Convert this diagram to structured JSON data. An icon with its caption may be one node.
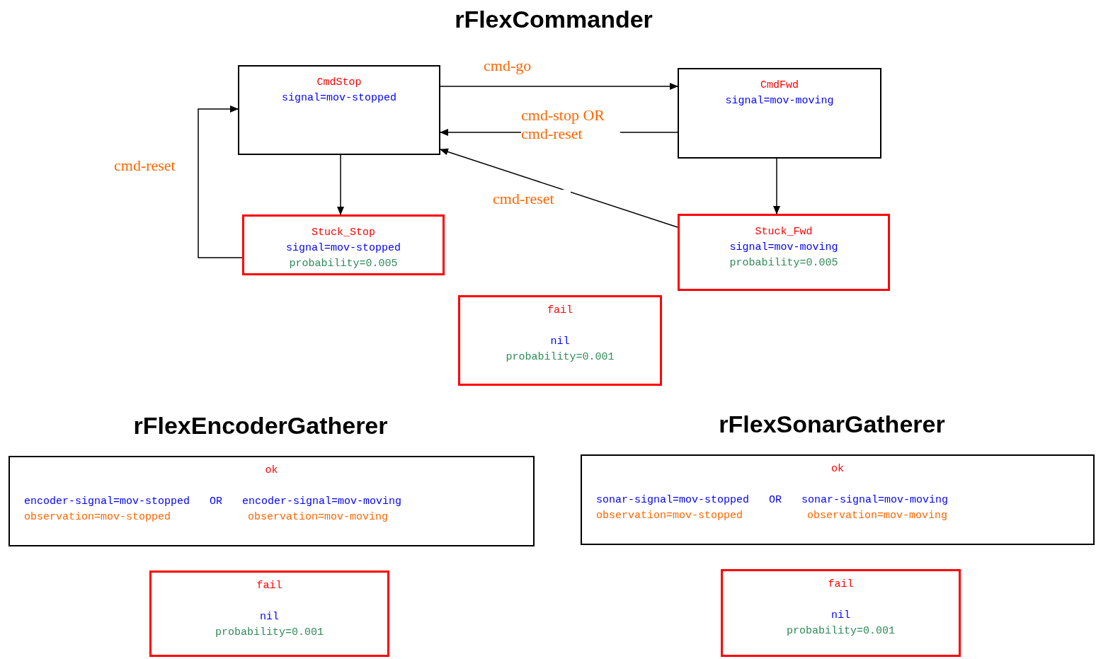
{
  "diagram": {
    "title": "rFlexCommander",
    "nodes": [
      {
        "text": [
          "CmdStop",
          "signal=mov-stopped"
        ]
      },
      {
        "text": [
          "CmdFwd",
          "signal=mov-moving"
        ]
      },
      {
        "text": [
          "Stuck_Stop",
          "signal=mov-stopped",
          "probability=0.005"
        ]
      },
      {
        "text": [
          "Stuck_Fwd",
          "signal=mov-moving",
          "probability=0.005"
        ]
      },
      {
        "text": [
          "fail",
          "nil",
          "probability=0.001"
        ]
      },
      {
        "text": [
          "ok",
          "encoder-signal=mov-stopped",
          "OR",
          "encoder-signal=mov-moving",
          "observation=mov-stopped",
          "observation=mov-moving"
        ]
      },
      {
        "text": [
          "fail",
          "nil",
          "probability=0.001"
        ]
      },
      {
        "text": [
          "ok",
          "sonar-signal=mov-stopped",
          "OR",
          "sonar-signal=mov-moving",
          "observation=mov-stopped",
          "observation=mov-moving"
        ]
      },
      {
        "text": [
          "fail",
          "nil",
          "probability=0.001"
        ]
      }
    ],
    "edges": [
      {
        "from": 0,
        "to": 1,
        "arrow": "to",
        "label": "cmd-go"
      },
      {
        "from": 1,
        "to": 0,
        "arrow": "to",
        "label": "cmd-stop OR cmd-reset"
      },
      {
        "from": 0,
        "to": 2,
        "arrow": "to"
      },
      {
        "from": 1,
        "to": 3,
        "arrow": "to"
      },
      {
        "from": 3,
        "to": 0,
        "arrow": "to",
        "label": "cmd-reset"
      },
      {
        "from": 2,
        "to": 0,
        "arrow": "to",
        "label": "cmd-reset"
      }
    ],
    "labels": [
      "rFlexEncoderGatherer",
      "rFlexSonarGatherer"
    ]
  }
}
